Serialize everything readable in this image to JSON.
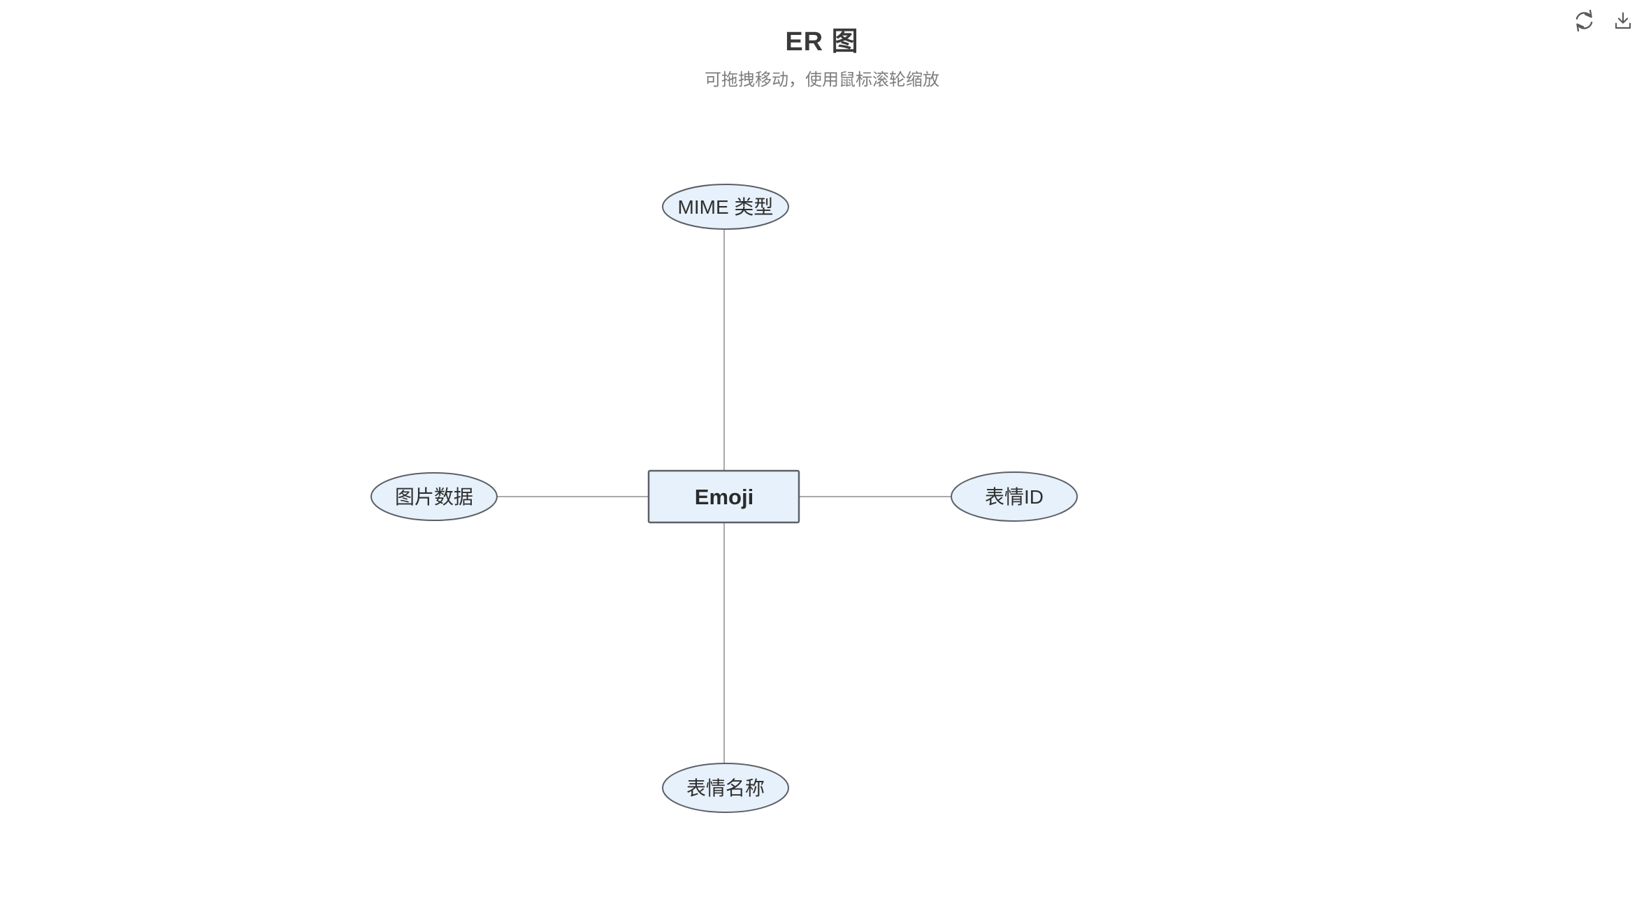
{
  "header": {
    "title": "ER 图",
    "subtitle": "可拖拽移动，使用鼠标滚轮缩放"
  },
  "toolbar": {
    "icons": [
      "refresh-icon",
      "download-icon"
    ]
  },
  "diagram": {
    "entity": {
      "label": "Emoji",
      "shape": "rectangle"
    },
    "attributes": [
      {
        "label": "MIME 类型",
        "shape": "ellipse",
        "position": "top"
      },
      {
        "label": "图片数据",
        "shape": "ellipse",
        "position": "left"
      },
      {
        "label": "表情ID",
        "shape": "ellipse",
        "position": "right"
      },
      {
        "label": "表情名称",
        "shape": "ellipse",
        "position": "bottom"
      }
    ],
    "edges": [
      {
        "from": "Emoji",
        "to": "MIME 类型"
      },
      {
        "from": "Emoji",
        "to": "图片数据"
      },
      {
        "from": "Emoji",
        "to": "表情ID"
      },
      {
        "from": "Emoji",
        "to": "表情名称"
      }
    ],
    "colors": {
      "node_fill": "#e7f1fb",
      "node_border": "#5c6066",
      "edge": "#a9a9a9",
      "node_text": "#2f2f2f",
      "title_text": "#3a3a3a",
      "subtitle_text": "#7d7d7d",
      "icon": "#5a5a5a"
    }
  }
}
